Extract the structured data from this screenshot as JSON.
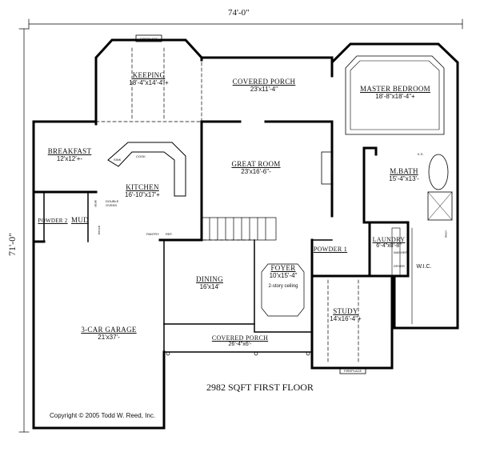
{
  "dimensions": {
    "width": "74'-0\"",
    "depth": "71'-0\""
  },
  "rooms": {
    "keeping": {
      "name": "KEEPING",
      "size": "18'-4\"x14'-4\"+"
    },
    "covered_porch_rear": {
      "name": "COVERED PORCH",
      "size": "23'x11'-4\""
    },
    "master_bedroom": {
      "name": "MASTER BEDROOM",
      "size": "18'-8\"x18'-4\"+"
    },
    "breakfast": {
      "name": "BREAKFAST",
      "size": "12'x12'+-"
    },
    "kitchen": {
      "name": "KITCHEN",
      "size": "16'-10\"x17'+"
    },
    "great_room": {
      "name": "GREAT ROOM",
      "size": "23'x16'-6\"-"
    },
    "mbath": {
      "name": "M.BATH",
      "size": "15'-4\"x13'-"
    },
    "powder2": {
      "name": "POWDER 2"
    },
    "mud": {
      "name": "MUD"
    },
    "laundry": {
      "name": "LAUNDRY",
      "size": "6'-4\"x8'-8\""
    },
    "powder1": {
      "name": "POWDER 1"
    },
    "foyer": {
      "name": "FOYER",
      "size": "10'x15'-4\"",
      "note": "2-story ceiling"
    },
    "dining": {
      "name": "DINING",
      "size": "16'x14'"
    },
    "garage": {
      "name": "3-CAR GARAGE",
      "size": "21'x37'-"
    },
    "covered_porch_front": {
      "name": "COVERED PORCH",
      "size": "26'-4\"x6'-"
    },
    "study": {
      "name": "STUDY",
      "size": "14'x16'-4\"+"
    },
    "wic": {
      "name": "W.I.C."
    }
  },
  "fixtures": {
    "fireplace": "FIREPLACE",
    "desk": "desk",
    "bench": "bench",
    "pantry": "PANTRY",
    "ref": "REF.",
    "double_ovens": "DOUBLE OVENS",
    "cook": "COOK",
    "sink": "SINK",
    "washer": "WASHER",
    "dryer": "DRYER",
    "ks": "K.S.",
    "linen": "linen"
  },
  "footer": {
    "sqft": "2982 SQFT FIRST FLOOR",
    "copyright": "Copyright © 2005 Todd W. Reed, Inc."
  }
}
